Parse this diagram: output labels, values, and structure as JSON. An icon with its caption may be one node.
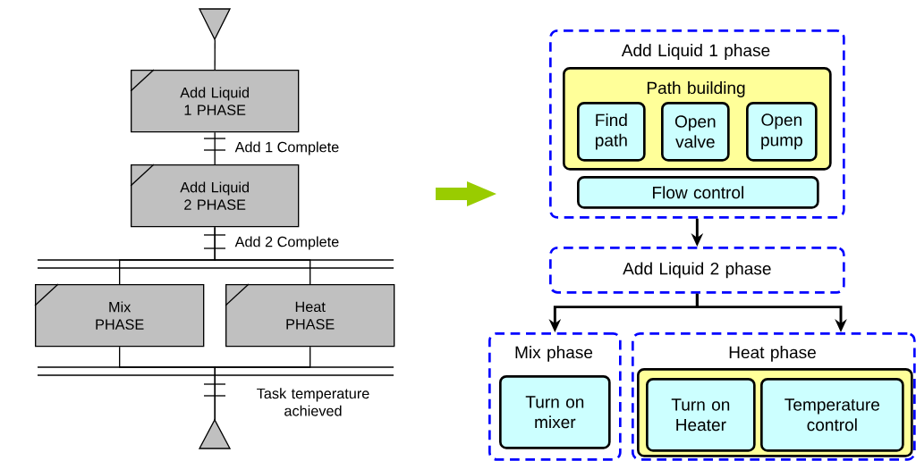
{
  "diagram": {
    "nodes": [
      {
        "text": [],
        "shape": "triangle"
      },
      {
        "text": [
          "Add Liquid 1 PHASE"
        ]
      },
      {
        "text": [
          "Add Liquid 2 PHASE"
        ]
      },
      {
        "text": [
          "Mix PHASE"
        ]
      },
      {
        "text": [
          "Heat PHASE"
        ]
      },
      {
        "text": [],
        "shape": "triangle"
      },
      {
        "text": [
          "Add Liquid 1 phase"
        ]
      },
      {
        "text": [
          "Path building"
        ],
        "in": 6
      },
      {
        "text": [
          "Find path"
        ],
        "in": 7
      },
      {
        "text": [
          "Open valve"
        ],
        "in": 7
      },
      {
        "text": [
          "Open pump"
        ],
        "in": 7
      },
      {
        "text": [
          "Flow control"
        ],
        "in": 6
      },
      {
        "text": [
          "Add Liquid 2 phase"
        ]
      },
      {
        "text": [
          "Mix phase"
        ]
      },
      {
        "text": [
          "Turn on mixer"
        ],
        "in": 13
      },
      {
        "text": [
          "Heat phase"
        ]
      },
      {
        "text": [],
        "shape": "box",
        "in": 15
      },
      {
        "text": [
          "Turn on Heater"
        ],
        "in": 16
      },
      {
        "text": [
          "Temperature control"
        ],
        "in": 16
      }
    ],
    "edges": [
      {
        "from": 0,
        "to": 1,
        "arrow": "none"
      },
      {
        "from": 1,
        "to": 2,
        "arrow": "none",
        "label": "Add 1 Complete"
      },
      {
        "from": 2,
        "to": 3,
        "arrow": "none",
        "label": "Add 2 Complete"
      },
      {
        "from": 2,
        "to": 4,
        "arrow": "none"
      },
      {
        "from": 3,
        "to": 5,
        "arrow": "none",
        "label": "Task temperature achieved"
      },
      {
        "from": 4,
        "to": 5,
        "arrow": "none"
      },
      {
        "from": 6,
        "to": 12,
        "arrow": "to",
        "style": "thick"
      },
      {
        "from": 12,
        "to": 13,
        "arrow": "to",
        "style": "thick"
      },
      {
        "from": 12,
        "to": 15,
        "arrow": "to",
        "style": "thick"
      }
    ]
  }
}
